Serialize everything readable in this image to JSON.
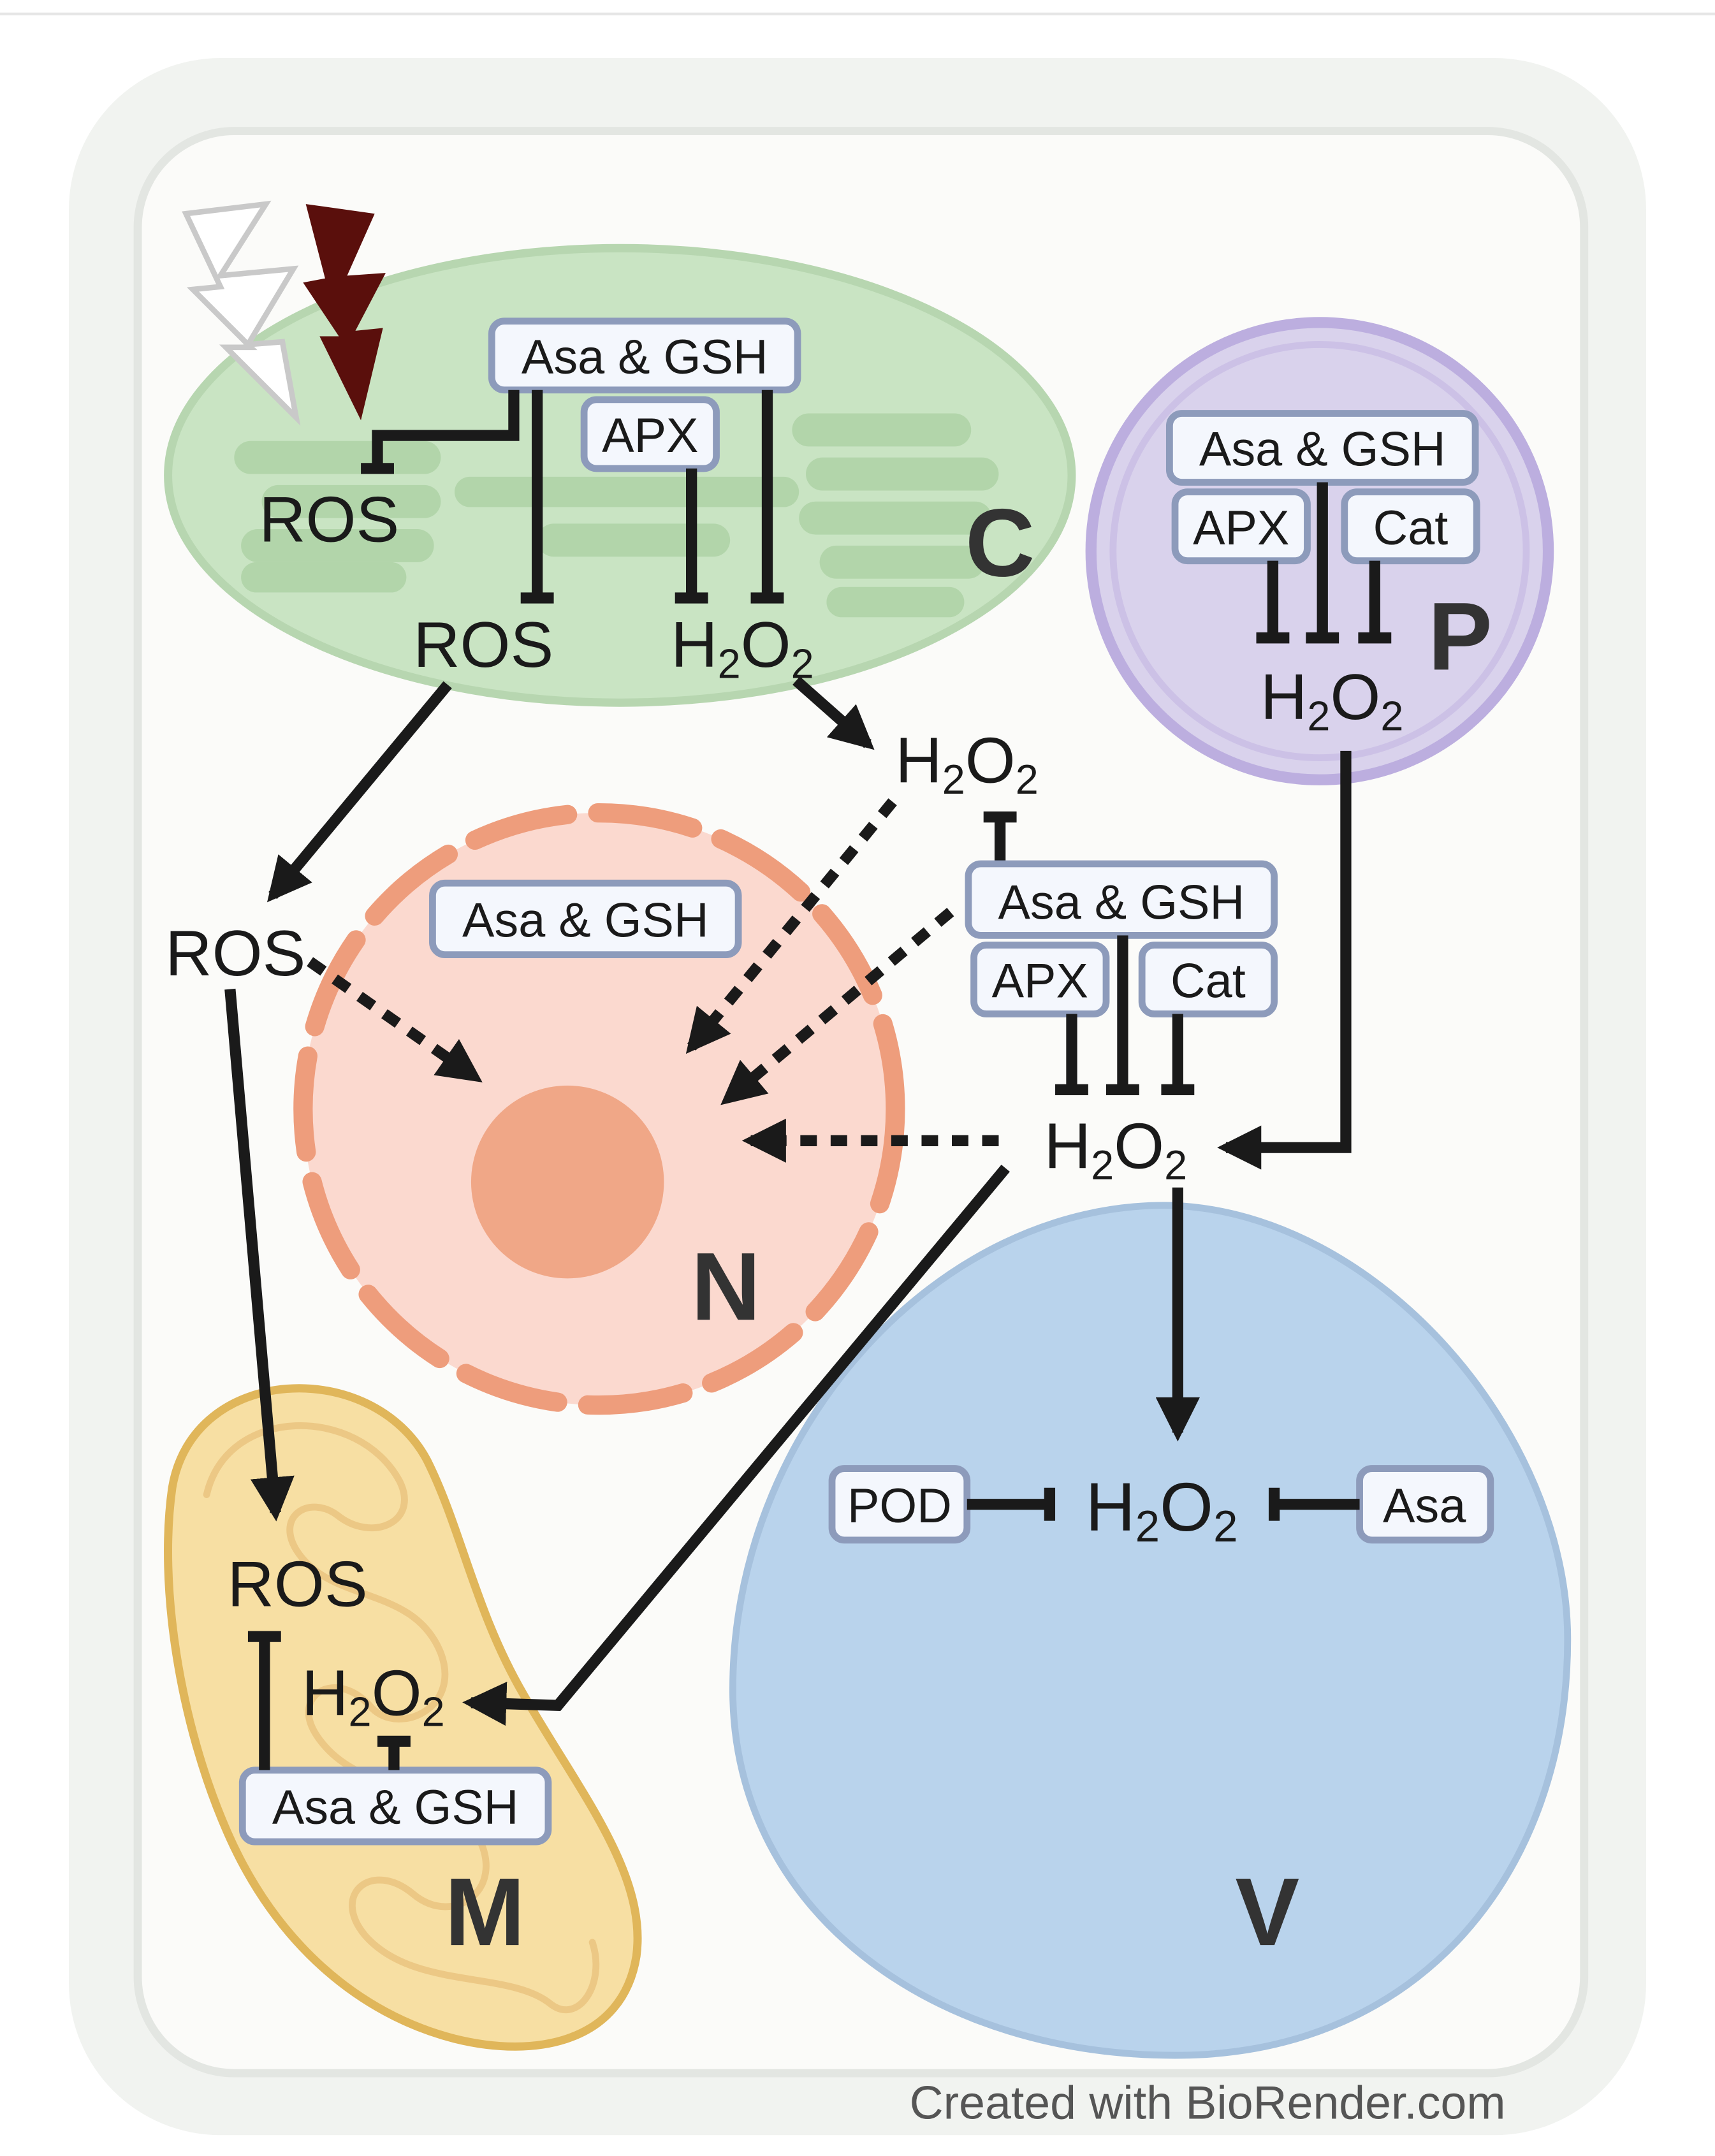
{
  "labels": {
    "ros": "ROS",
    "h2o2_main": "H",
    "h2o2_sub1": "2",
    "h2o2_o": "O",
    "h2o2_sub2": "2",
    "asa_gsh": "Asa & GSH",
    "apx": "APX",
    "cat": "Cat",
    "pod": "POD",
    "asa": "Asa"
  },
  "organelles": {
    "chloroplast": "C",
    "peroxisome": "P",
    "nucleus": "N",
    "mitochondrion": "M",
    "vacuole": "V"
  },
  "footer": {
    "credit": "Created with BioRender.com"
  },
  "colors": {
    "cell_wall": "#f1f3f0",
    "cytoplasm": "#fbfbf9",
    "chloroplast": "#c9e4c3",
    "peroxisome": "#d9d2ec",
    "nucleus": "#fbd9cf",
    "nucleolus": "#f0a787",
    "mitochondrion": "#f7dfa3",
    "vacuole": "#b9d3ec",
    "enzyme_box": "#f4f7fd"
  }
}
